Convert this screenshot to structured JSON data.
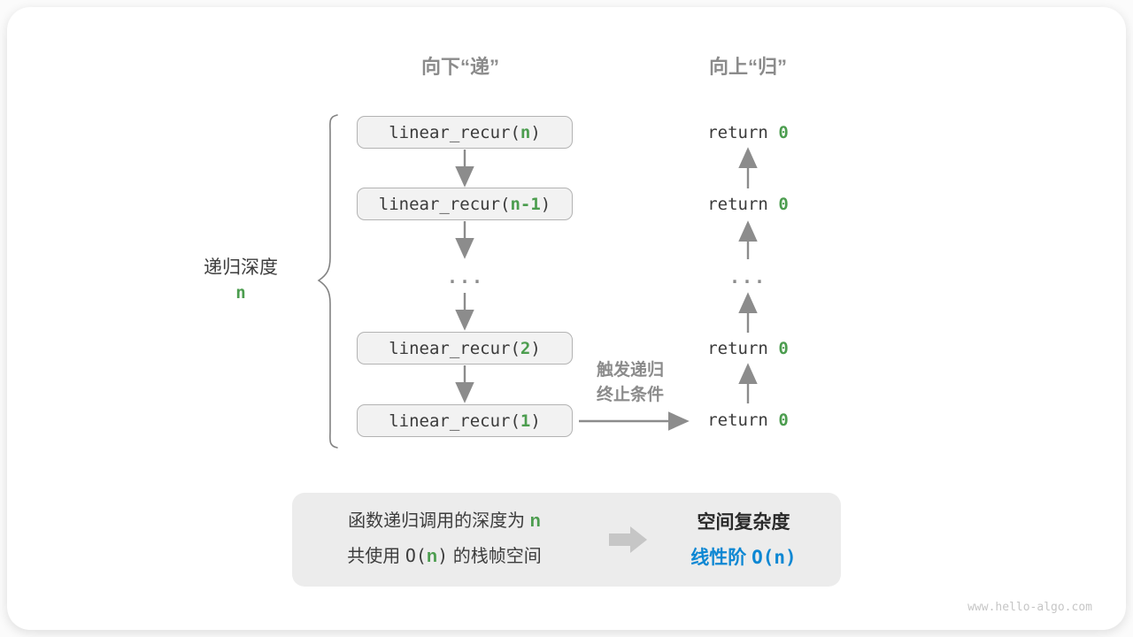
{
  "headers": {
    "descend": "向下“递”",
    "ascend": "向上“归”"
  },
  "depth_label": {
    "text": "递归深度",
    "value": "n"
  },
  "call_stack": {
    "items": [
      {
        "type": "box",
        "prefix": "linear_recur(",
        "param": "n",
        "suffix": ")"
      },
      {
        "type": "box",
        "prefix": "linear_recur(",
        "param": "n-1",
        "suffix": ")"
      },
      {
        "type": "ellipsis",
        "text": "..."
      },
      {
        "type": "box",
        "prefix": "linear_recur(",
        "param": "2",
        "suffix": ")"
      },
      {
        "type": "box",
        "prefix": "linear_recur(",
        "param": "1",
        "suffix": ")"
      }
    ]
  },
  "returns": {
    "items": [
      {
        "type": "code",
        "keyword": "return ",
        "value": "0"
      },
      {
        "type": "code",
        "keyword": "return ",
        "value": "0"
      },
      {
        "type": "ellipsis",
        "text": "..."
      },
      {
        "type": "code",
        "keyword": "return ",
        "value": "0"
      },
      {
        "type": "code",
        "keyword": "return ",
        "value": "0"
      }
    ]
  },
  "base_case_label": {
    "line1": "触发递归",
    "line2": "终止条件"
  },
  "summary": {
    "left_line1_text": "函数递归调用的深度为 ",
    "left_line1_value": "n",
    "left_line2_text": "共使用 ",
    "left_line2_code_open": "O(",
    "left_line2_value": "n",
    "left_line2_code_close": ")",
    "left_line2_suffix": " 的栈帧空间",
    "right_title": "空间复杂度",
    "right_value_text": "线性阶 ",
    "right_value_code": "O(n)"
  },
  "watermark": "www.hello-algo.com",
  "colors": {
    "green_param": "#4c9d4f",
    "blue_complexity": "#0d87d3",
    "gray_arrow": "#8c8c8c",
    "box_fill": "#f2f2f2",
    "box_border": "#b3b3b3",
    "summary_fill": "#ececec",
    "header_gray": "#8b8b8b",
    "text_dark": "#3b3b3b"
  }
}
